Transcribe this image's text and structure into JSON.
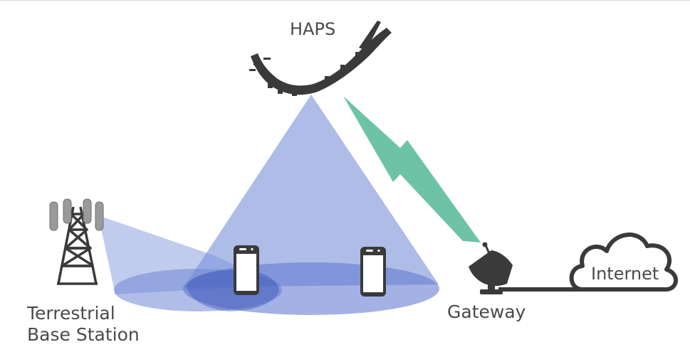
{
  "labels": {
    "haps": "HAPS",
    "terrestrial_line1": "Terrestrial",
    "terrestrial_line2": "Base Station",
    "gateway": "Gateway",
    "internet": "Internet"
  },
  "colors": {
    "beam_blue": "#6f86d4",
    "coverage_blue": "#5b74cf",
    "overlap_blue": "#3f58b8",
    "radio_link_green": "#6ec3a6",
    "icon_dark": "#3a3a3a",
    "tower_gray": "#7a7a7a",
    "text_gray": "#4a4a4a"
  },
  "icons": {
    "aircraft": "haps-aircraft-icon",
    "tower": "cell-tower-icon",
    "phone": "smartphone-icon",
    "dish": "satellite-dish-icon",
    "cloud": "cloud-icon",
    "link": "lightning-link-icon"
  }
}
